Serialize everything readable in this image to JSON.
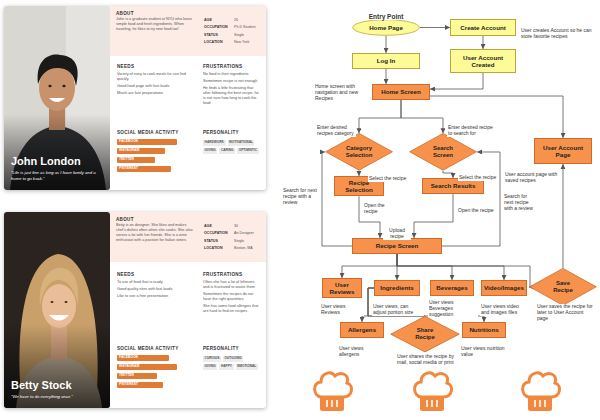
{
  "diagram": {
    "nodes": [
      {
        "text": [
          "John London",
          "“Life is just fine as long as I have family and a home to go back.”"
        ]
      },
      {
        "text": [
          "ABOUT",
          "John is a graduate student at NYU who loves simple food and fresh ingredients. When traveling, he likes to try new food too!"
        ],
        "in": 0
      },
      {
        "text": [
          "AGE",
          "26",
          "OCCUPATION",
          "Ph.D Student",
          "STATUS",
          "Single",
          "LOCATION",
          "New York"
        ],
        "in": 0
      },
      {
        "text": [
          "NEEDS",
          "Variety of easy to cook meals he can find quickly",
          "Good food page with fast loads",
          "Meals are fast preparations"
        ],
        "in": 0
      },
      {
        "text": [
          "FRUSTRATIONS",
          "No food in their ingredients",
          "Sometimes recipe is not enough",
          "He finds a little frustrating that after following the best recipe, he is not sure how long to cook the food"
        ],
        "in": 0
      },
      {
        "text": [
          "SOCIAL MEDIA ACTIVITY"
        ],
        "in": 0
      },
      {
        "text": [
          "FACEBOOK"
        ],
        "in": 5
      },
      {
        "text": [
          "INSTAGRAM"
        ],
        "in": 5
      },
      {
        "text": [
          "TWITTER"
        ],
        "in": 5
      },
      {
        "text": [
          "PINTEREST"
        ],
        "in": 5
      },
      {
        "text": [
          "PERSONALITY"
        ],
        "in": 0
      },
      {
        "text": [
          "HARDWORK"
        ],
        "in": 10
      },
      {
        "text": [
          "MOTIVATIONAL"
        ],
        "in": 10
      },
      {
        "text": [
          "GIVING"
        ],
        "in": 10
      },
      {
        "text": [
          "CARING"
        ],
        "in": 10
      },
      {
        "text": [
          "OPTIMISTIC"
        ],
        "in": 10
      },
      {
        "text": [
          "Betty Stock",
          "“We have to do everything once.”"
        ]
      },
      {
        "text": [
          "ABOUT",
          "Betty is an designer. She likes and makes chef's dishes often when she cooks. She also serves a lot with her friends. She is a wine enthusiast with a passion for Italian wines."
        ],
        "in": 16
      },
      {
        "text": [
          "AGE",
          "30",
          "OCCUPATION",
          "Art Designer",
          "STATUS",
          "Single",
          "LOCATION",
          "Boston, MA"
        ],
        "in": 16
      },
      {
        "text": [
          "NEEDS",
          "To use of food that is ready",
          "Good quality sites with fast loads",
          "Like to see a free presentation"
        ],
        "in": 16
      },
      {
        "text": [
          "FRUSTRATIONS",
          "Often she has a lot of leftovers and is frustrated to waste them",
          "Sometimes the recipes do not have the right quantities",
          "She has some food allergies that are hard to find on recipes"
        ],
        "in": 16
      },
      {
        "text": [
          "SOCIAL MEDIA ACTIVITY"
        ],
        "in": 16
      },
      {
        "text": [
          "FACEBOOK"
        ],
        "in": 21
      },
      {
        "text": [
          "INSTAGRAM"
        ],
        "in": 21
      },
      {
        "text": [
          "TWITTER"
        ],
        "in": 21
      },
      {
        "text": [
          "PINTEREST"
        ],
        "in": 21
      },
      {
        "text": [
          "PERSONALITY"
        ],
        "in": 16
      },
      {
        "text": [
          "CURIOUS"
        ],
        "in": 26
      },
      {
        "text": [
          "OUTGOING"
        ],
        "in": 26
      },
      {
        "text": [
          "GIVING"
        ],
        "in": 26
      },
      {
        "text": [
          "HAPPY"
        ],
        "in": 26
      },
      {
        "text": [
          "EMOTIONAL"
        ],
        "in": 26
      },
      {
        "text": [
          "Home Page"
        ]
      },
      {
        "text": [
          "Create Account"
        ]
      },
      {
        "text": [
          "Log In"
        ]
      },
      {
        "text": [
          "User Account Created"
        ]
      },
      {
        "text": [
          "Home Screen"
        ]
      },
      {
        "text": [
          "Category Selection"
        ]
      },
      {
        "text": [
          "Search Screen"
        ]
      },
      {
        "text": [
          "User Account Page"
        ]
      },
      {
        "text": [
          "Recipe Selection"
        ]
      },
      {
        "text": [
          "Search Results"
        ]
      },
      {
        "text": [
          "Recipe Screen"
        ]
      },
      {
        "text": [
          "User Reviews"
        ]
      },
      {
        "text": [
          "Ingredients"
        ]
      },
      {
        "text": [
          "Beverages"
        ]
      },
      {
        "text": [
          "Video/Images"
        ]
      },
      {
        "text": [
          "Save Recipe"
        ]
      },
      {
        "text": [
          "Allergens"
        ]
      },
      {
        "text": [
          "Share Recipe"
        ]
      },
      {
        "text": [
          "Nutritions"
        ]
      }
    ],
    "edges": [
      {
        "from": 32,
        "to": 33,
        "arrow": "to"
      },
      {
        "from": 32,
        "to": 34,
        "arrow": "to"
      },
      {
        "from": 33,
        "to": 35,
        "label": "User creates Account so he can store favorite recipes",
        "arrow": "to"
      },
      {
        "from": 35,
        "to": 36,
        "arrow": "to"
      },
      {
        "from": 34,
        "to": 36,
        "arrow": "to"
      },
      {
        "from": 36,
        "to": 37,
        "label": "Enter desired recipes category",
        "arrow": "to"
      },
      {
        "from": 36,
        "to": 38,
        "label": "Enter desired recipe to search for",
        "arrow": "to"
      },
      {
        "from": 36,
        "to": 39,
        "arrow": "to"
      },
      {
        "from": 37,
        "to": 40,
        "label": "Select the recipe",
        "arrow": "to"
      },
      {
        "from": 38,
        "to": 41,
        "label": "Select the recipe",
        "arrow": "to"
      },
      {
        "from": 40,
        "to": 42,
        "label": "Open the recipe",
        "arrow": "to"
      },
      {
        "from": 41,
        "to": 42,
        "label": "Open the recipe",
        "arrow": "to"
      },
      {
        "from": 42,
        "to": 37,
        "label": "Search for next recipe with a review",
        "arrow": "to"
      },
      {
        "from": 42,
        "to": 38,
        "label": "Search for next recipe with a review",
        "arrow": "to"
      },
      {
        "from": 42,
        "to": 43,
        "label": "User views Reviews",
        "arrow": "to"
      },
      {
        "from": 42,
        "to": 44,
        "label": "User views, can adjust portion size",
        "arrow": "to"
      },
      {
        "from": 42,
        "to": 45,
        "label": "User views Beverages suggestion",
        "arrow": "to"
      },
      {
        "from": 42,
        "to": 46,
        "label": "User views video and images files",
        "arrow": "to"
      },
      {
        "from": 42,
        "to": 47,
        "label": "User saves the recipe for later to User Account page",
        "arrow": "to"
      },
      {
        "from": 47,
        "to": 39,
        "arrow": "to"
      },
      {
        "from": 44,
        "to": 48,
        "label": "User views allergens",
        "arrow": "to"
      },
      {
        "from": 44,
        "to": 49,
        "label": "User shares the recipe by mail, social media or print",
        "arrow": "to"
      },
      {
        "from": 44,
        "to": 50,
        "label": "User views nutrition value",
        "arrow": "to"
      }
    ],
    "labels": [
      "Entry Point",
      "Home screen with navigation and new Recipes",
      "User account page with saved recipes",
      "Upload recipe"
    ]
  }
}
